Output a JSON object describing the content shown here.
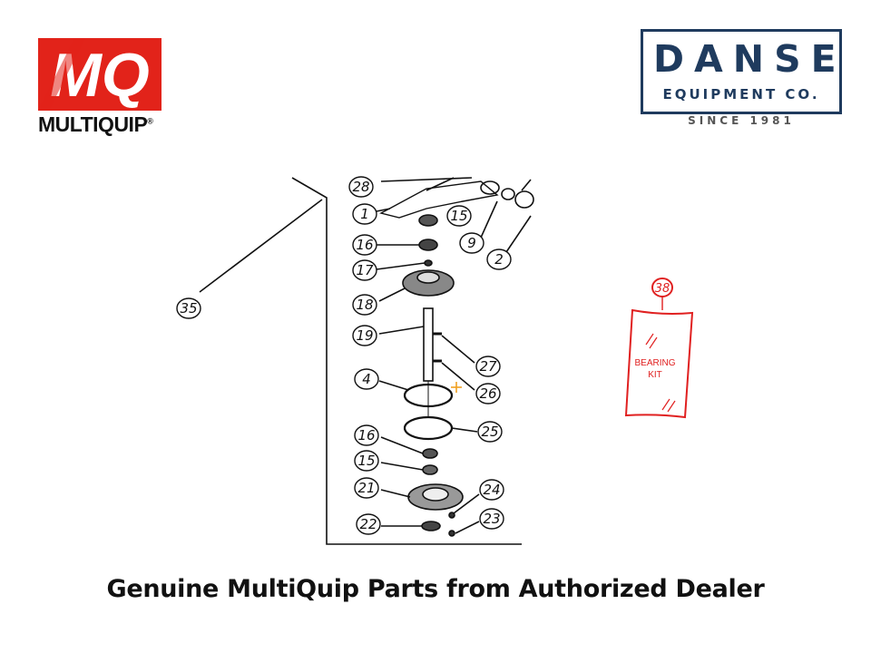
{
  "logos": {
    "left": {
      "brand_text": "MQ",
      "wordmark": "MULTIQUIP",
      "trademark": "®"
    },
    "right": {
      "name": "DANSE",
      "subtitle": "EQUIPMENT CO.",
      "since": "SINCE 1981"
    }
  },
  "diagram": {
    "callouts": [
      "28",
      "1",
      "15",
      "9",
      "2",
      "16",
      "17",
      "18",
      "35",
      "19",
      "27",
      "4",
      "26",
      "25",
      "16",
      "15",
      "21",
      "24",
      "22",
      "23",
      "38"
    ],
    "kit_label_line1": "BEARING",
    "kit_label_line2": "KIT"
  },
  "footer": {
    "text": "Genuine MultiQuip Parts from Authorized Dealer"
  },
  "colors": {
    "mq_red": "#e2231a",
    "danse_navy": "#1f3b5e",
    "kit_red": "#e02020",
    "marker": "#f0a020"
  }
}
